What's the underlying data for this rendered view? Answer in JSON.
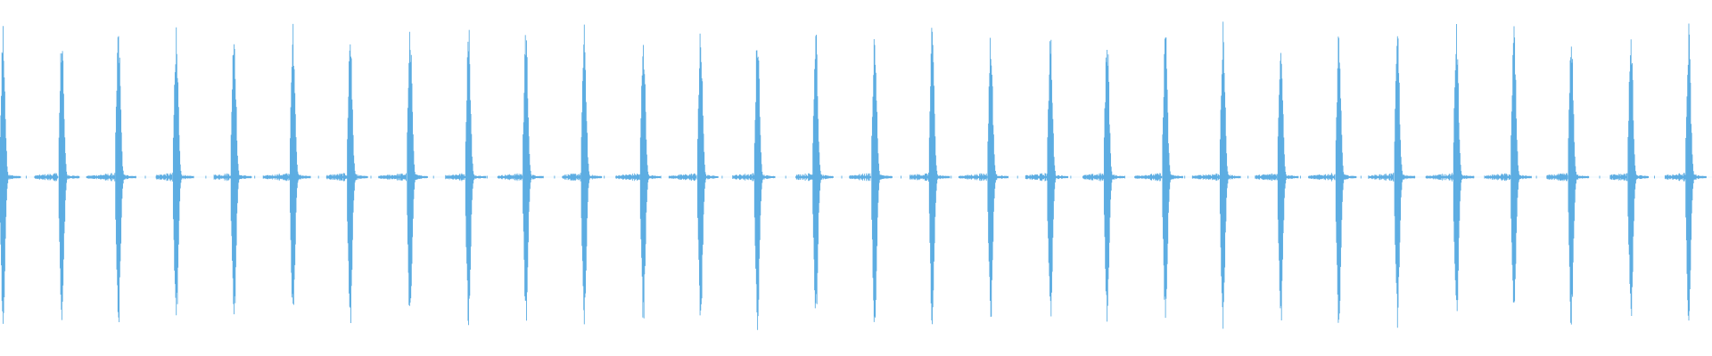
{
  "waveform": {
    "color": "#5dade2",
    "pulse_count": 30,
    "levels": [
      0.97,
      0.95,
      0.96,
      0.96,
      0.97,
      0.96,
      0.96,
      0.97,
      0.98,
      0.94,
      0.95,
      0.93,
      0.94,
      0.96,
      0.96,
      0.97,
      0.97,
      0.93,
      0.94,
      0.95,
      0.94,
      0.96,
      0.95,
      0.96,
      0.94,
      0.95,
      0.94,
      0.95,
      0.94,
      0.96
    ]
  }
}
